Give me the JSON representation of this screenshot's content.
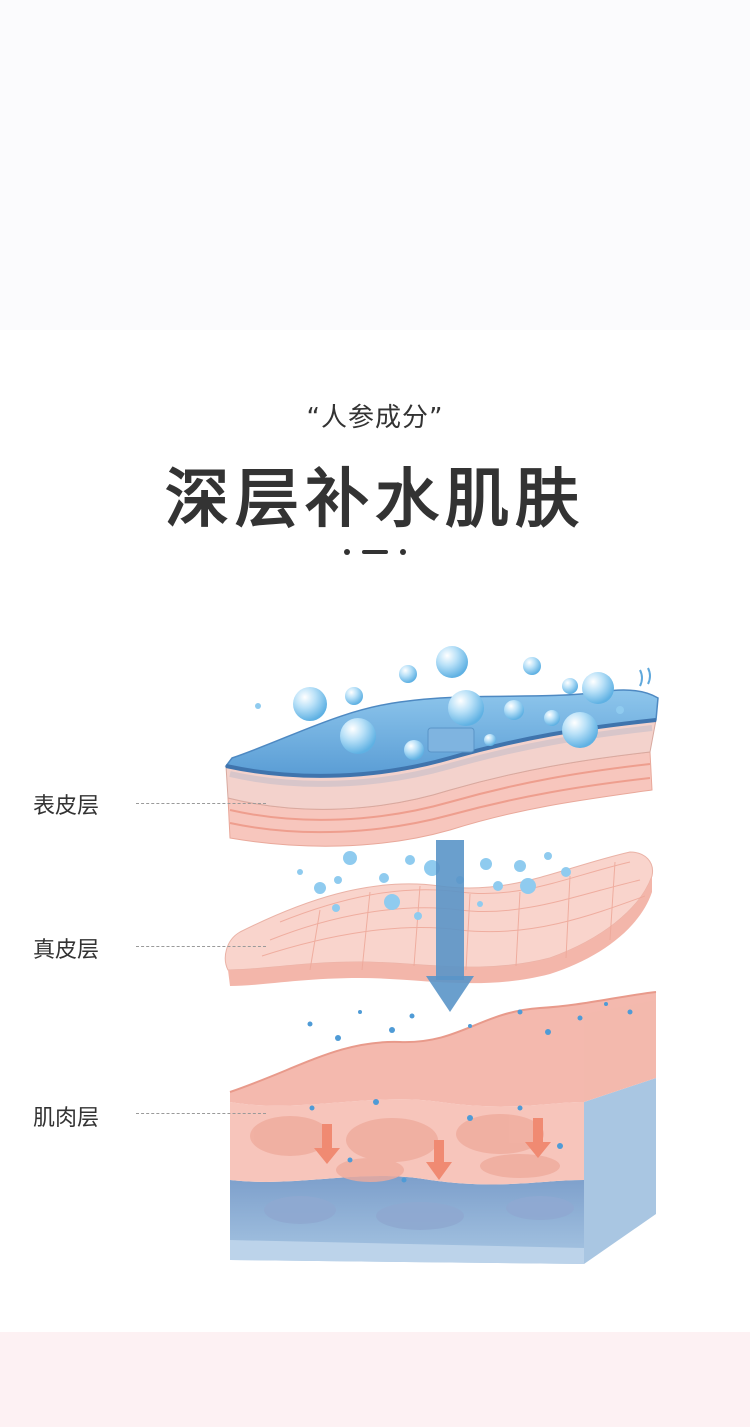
{
  "header": {
    "subtitle": "“人参成分”",
    "title": "深层补水肌肤"
  },
  "layers": [
    {
      "label": "表皮层"
    },
    {
      "label": "真皮层"
    },
    {
      "label": "肌肉层"
    }
  ],
  "colors": {
    "text": "#333333",
    "water_blue": "#6aaedd",
    "bubble_blue": "#8fcbef",
    "skin_pink": "#f7c6bd",
    "deep_pink": "#f0a99c",
    "tissue_blue": "#a9c6e2",
    "arrow_blue": "#5a95c8",
    "arrow_red": "#f08a72",
    "bottom_band": "#fdf1f3"
  }
}
